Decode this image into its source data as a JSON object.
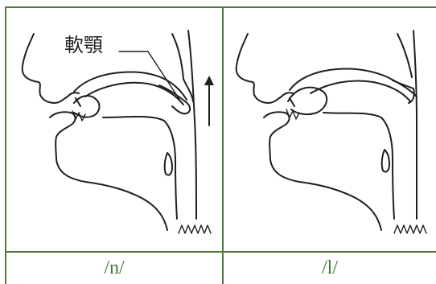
{
  "panels": [
    {
      "caption": "/n/",
      "annotation_label": "軟顎",
      "shows_airflow_arrow": true
    },
    {
      "caption": "/l/",
      "annotation_label": "",
      "shows_airflow_arrow": false
    }
  ],
  "colors": {
    "border": "#4f7a3b",
    "caption": "#3f7a34",
    "ink": "#1f1f1f"
  }
}
